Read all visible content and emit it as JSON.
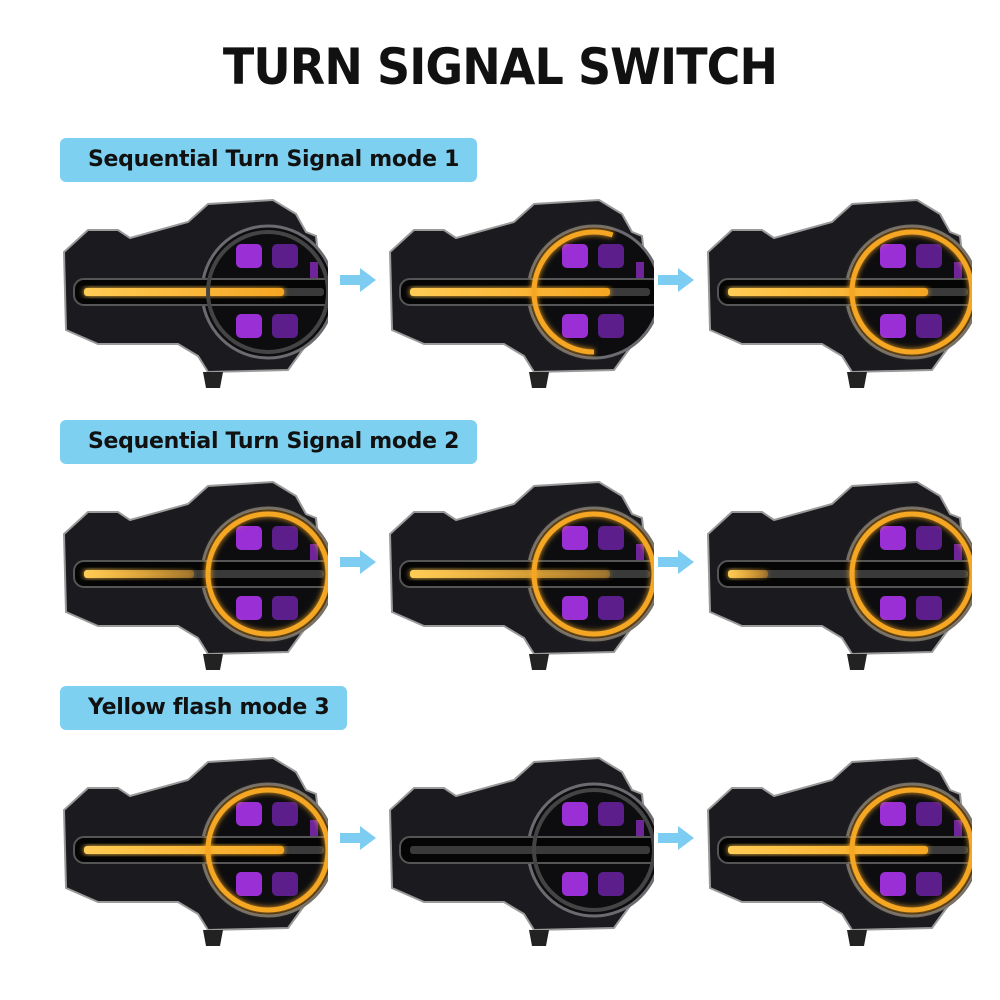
{
  "title": "TURN SIGNAL SWITCH",
  "sections": [
    {
      "label": "Sequential Turn Signal mode 1",
      "frames": [
        {
          "bar": 1.0,
          "ring": 0.0
        },
        {
          "bar": 1.0,
          "ring": 0.55
        },
        {
          "bar": 1.0,
          "ring": 1.0
        }
      ]
    },
    {
      "label": "Sequential Turn Signal mode 2",
      "frames": [
        {
          "bar": 0.55,
          "ring": 1.0,
          "fade": true
        },
        {
          "bar": 1.0,
          "ring": 1.0,
          "fade": true
        },
        {
          "bar": 0.2,
          "ring": 1.0,
          "fade": true
        }
      ]
    },
    {
      "label": "Yellow flash mode 3",
      "frames": [
        {
          "bar": 1.0,
          "ring": 1.0
        },
        {
          "bar": 0.0,
          "ring": 0.0
        },
        {
          "bar": 1.0,
          "ring": 1.0
        }
      ]
    }
  ],
  "colors": {
    "amber": "#f5a623",
    "amber_glow": "#ffcc55",
    "purple": "#9b2fd6",
    "housing": "#1b1b1f",
    "label_bg": "#7dd0f0",
    "arrow": "#7dcdf2"
  },
  "icons": {
    "arrow": "right-arrow-icon"
  }
}
